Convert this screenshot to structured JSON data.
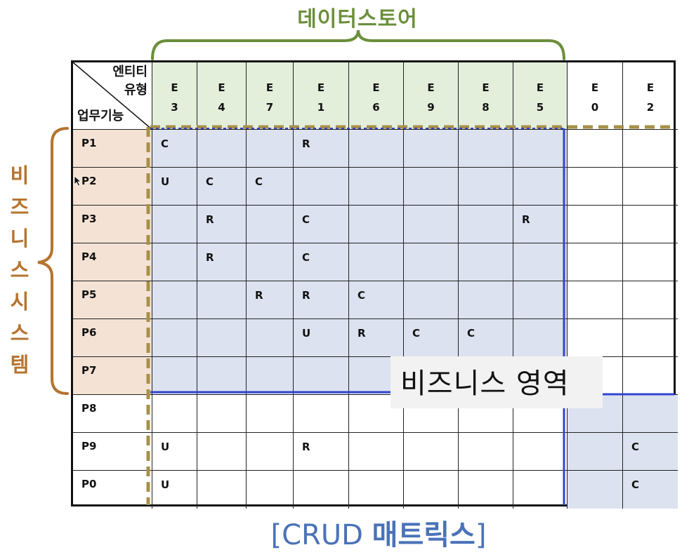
{
  "top_label": "데이터스토어",
  "left_label": [
    "비",
    "즈",
    "니",
    "스",
    "시",
    "스",
    "템"
  ],
  "corner": {
    "top": "엔티티",
    "middle": "유형",
    "bottom": "업무기능"
  },
  "columns": [
    {
      "letter": "E",
      "digit": "3",
      "group": "datastore"
    },
    {
      "letter": "E",
      "digit": "4",
      "group": "datastore"
    },
    {
      "letter": "E",
      "digit": "7",
      "group": "datastore"
    },
    {
      "letter": "E",
      "digit": "1",
      "group": "datastore"
    },
    {
      "letter": "E",
      "digit": "6",
      "group": "datastore"
    },
    {
      "letter": "E",
      "digit": "9",
      "group": "datastore"
    },
    {
      "letter": "E",
      "digit": "8",
      "group": "datastore"
    },
    {
      "letter": "E",
      "digit": "5",
      "group": "datastore"
    },
    {
      "letter": "E",
      "digit": "0",
      "group": "other"
    },
    {
      "letter": "E",
      "digit": "2",
      "group": "other"
    }
  ],
  "rows": [
    {
      "label": "P1",
      "system": true,
      "cells": [
        "C",
        "",
        "",
        "R",
        "",
        "",
        "",
        "",
        "",
        ""
      ]
    },
    {
      "label": "P2",
      "system": true,
      "cells": [
        "U",
        "C",
        "C",
        "",
        "",
        "",
        "",
        "",
        "",
        ""
      ]
    },
    {
      "label": "P3",
      "system": true,
      "cells": [
        "",
        "R",
        "",
        "C",
        "",
        "",
        "",
        "R",
        "",
        ""
      ]
    },
    {
      "label": "P4",
      "system": true,
      "cells": [
        "",
        "R",
        "",
        "C",
        "",
        "",
        "",
        "",
        "",
        ""
      ]
    },
    {
      "label": "P5",
      "system": true,
      "cells": [
        "",
        "",
        "R",
        "R",
        "C",
        "",
        "",
        "",
        "",
        ""
      ]
    },
    {
      "label": "P6",
      "system": true,
      "cells": [
        "",
        "",
        "",
        "U",
        "R",
        "C",
        "C",
        "",
        "",
        ""
      ]
    },
    {
      "label": "P7",
      "system": true,
      "cells": [
        "",
        "",
        "",
        "",
        "",
        "",
        "",
        "",
        "",
        ""
      ]
    },
    {
      "label": "P8",
      "system": false,
      "cells": [
        "",
        "",
        "",
        "",
        "",
        "",
        "",
        "",
        "",
        ""
      ]
    },
    {
      "label": "P9",
      "system": false,
      "cells": [
        "U",
        "",
        "",
        "R",
        "",
        "",
        "",
        "",
        "",
        "C"
      ]
    },
    {
      "label": "P0",
      "system": false,
      "cells": [
        "U",
        "",
        "",
        "",
        "",
        "",
        "",
        "",
        "",
        "C"
      ]
    }
  ],
  "callout": "비즈니스 영역",
  "bottom_title": {
    "bracket_open": "[",
    "latin": "CRUD",
    "korean": "매트릭스",
    "bracket_close": "]"
  },
  "colors": {
    "green_text": "#6b8f3a",
    "brown_text": "#b5742f",
    "blue_text": "#4a72b8",
    "header_fill": "#e3eedb",
    "business_fill": "#dce2f0",
    "process_fill": "#f4e3d4",
    "dashed_border": "#a89048",
    "business_border": "#3344cc"
  }
}
